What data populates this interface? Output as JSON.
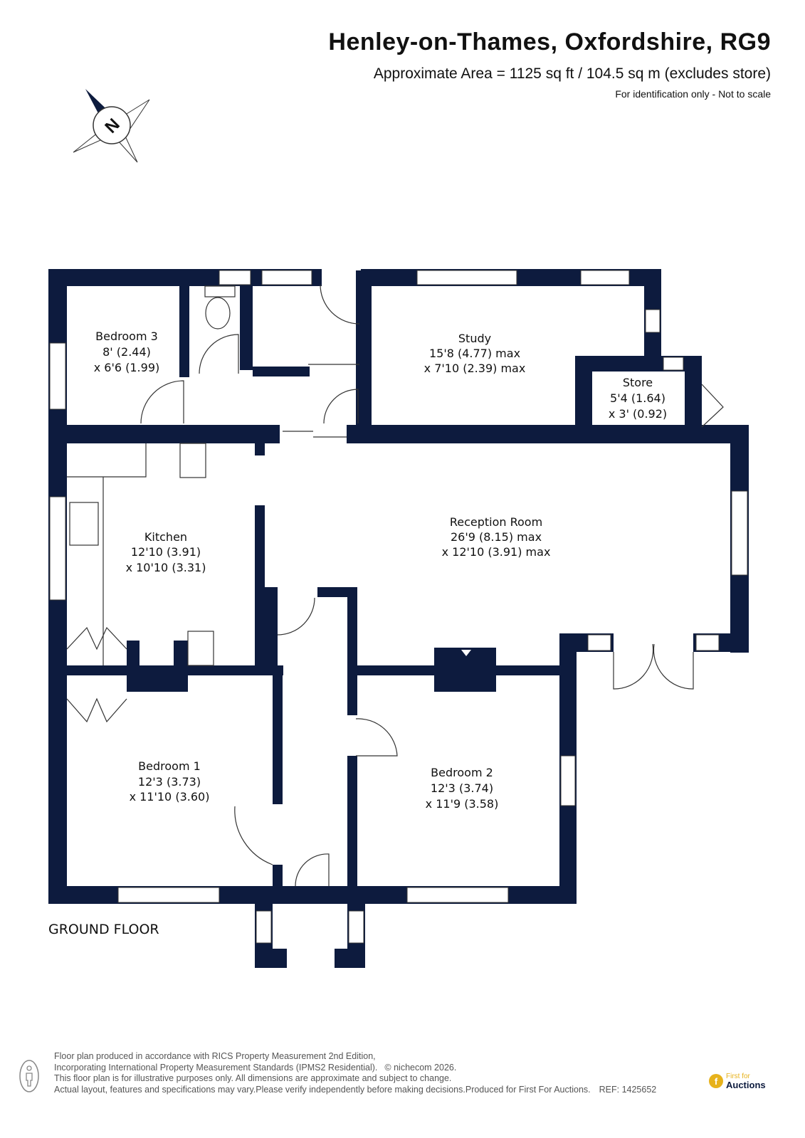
{
  "header": {
    "title": "Henley-on-Thames, Oxfordshire, RG9",
    "area": "Approximate Area = 1125 sq ft / 104.5 sq m (excludes store)",
    "identification": "For identification only - Not to scale"
  },
  "compass": {
    "letter": "N"
  },
  "floor_label": "GROUND FLOOR",
  "rooms": {
    "bedroom3": {
      "name": "Bedroom 3",
      "dim1": "8' (2.44)",
      "dim2": "x 6'6 (1.99)"
    },
    "study": {
      "name": "Study",
      "dim1": "15'8 (4.77) max",
      "dim2": "x 7'10 (2.39) max"
    },
    "store": {
      "name": "Store",
      "dim1": "5'4 (1.64)",
      "dim2": "x 3' (0.92)"
    },
    "kitchen": {
      "name": "Kitchen",
      "dim1": "12'10 (3.91)",
      "dim2": "x 10'10 (3.31)"
    },
    "reception": {
      "name": "Reception Room",
      "dim1": "26'9 (8.15) max",
      "dim2": "x 12'10 (3.91) max"
    },
    "bedroom1": {
      "name": "Bedroom 1",
      "dim1": "12'3 (3.73)",
      "dim2": "x 11'10 (3.60)"
    },
    "bedroom2": {
      "name": "Bedroom 2",
      "dim1": "12'3 (3.74)",
      "dim2": "x 11'9 (3.58)"
    }
  },
  "footer": {
    "line1": "Floor plan produced in accordance with RICS Property Measurement 2nd Edition,",
    "line2": "Incorporating International Property Measurement Standards (IPMS2 Residential).",
    "copyright": "© nichecom 2026.",
    "line3": "This floor plan is for illustrative purposes only. All dimensions are approximate and subject to change.",
    "line4": "Actual layout, features and specifications may vary.Please verify independently before making decisions.Produced for First For Auctions.",
    "ref": "REF:  1425652"
  },
  "brand": {
    "mark": "f",
    "small": "First for",
    "big": "Auctions"
  },
  "colors": {
    "wall": "#0d1b3e",
    "window": "#ffffff",
    "line": "#333333",
    "accent": "#e7b21b"
  }
}
